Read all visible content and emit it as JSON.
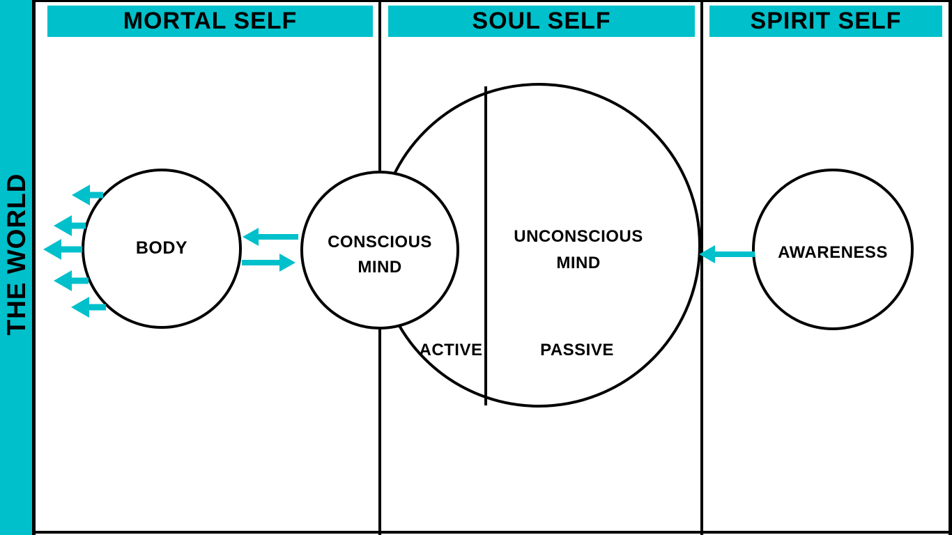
{
  "palette": {
    "teal": "#00C0CB",
    "ink": "#000000",
    "paper": "#FFFFFF"
  },
  "world": {
    "label": "THE WORLD"
  },
  "columns": [
    {
      "id": "mortal",
      "header": "MORTAL SELF"
    },
    {
      "id": "soul",
      "header": "SOUL SELF"
    },
    {
      "id": "spirit",
      "header": "SPIRIT SELF"
    }
  ],
  "nodes": {
    "body": {
      "label": "BODY",
      "column": "mortal"
    },
    "conscious_mind": {
      "label_line1": "CONSCIOUS",
      "label_line2": "MIND",
      "column": "mortal/soul boundary"
    },
    "unconscious_mind": {
      "label_line1": "UNCONSCIOUS",
      "label_line2": "MIND",
      "column": "soul",
      "left_region": "ACTIVE",
      "right_region": "PASSIVE"
    },
    "awareness": {
      "label": "AWARENESS",
      "column": "spirit"
    }
  },
  "arrows": [
    {
      "from": "body",
      "to": "the-world",
      "direction": "left",
      "count": 5
    },
    {
      "from": "conscious_mind",
      "to": "body",
      "direction": "left",
      "count": 1
    },
    {
      "from": "body",
      "to": "conscious_mind",
      "direction": "right",
      "count": 1
    },
    {
      "from": "awareness",
      "to": "unconscious_mind",
      "direction": "left",
      "count": 1
    }
  ]
}
